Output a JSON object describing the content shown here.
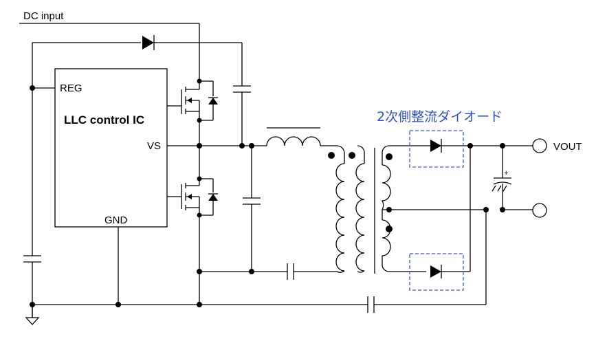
{
  "labels": {
    "dc_input": "DC input",
    "reg": "REG",
    "ic_title": "LLC control IC",
    "vs": "VS",
    "gnd": "GND",
    "vout": "VOUT",
    "cap_polarity": "+",
    "callout": "2次側整流ダイオード"
  },
  "colors": {
    "wire": "#000000",
    "callout": "#2f52c8"
  },
  "icons": {
    "ground": "ground-icon",
    "terminal": "open-terminal-icon"
  }
}
